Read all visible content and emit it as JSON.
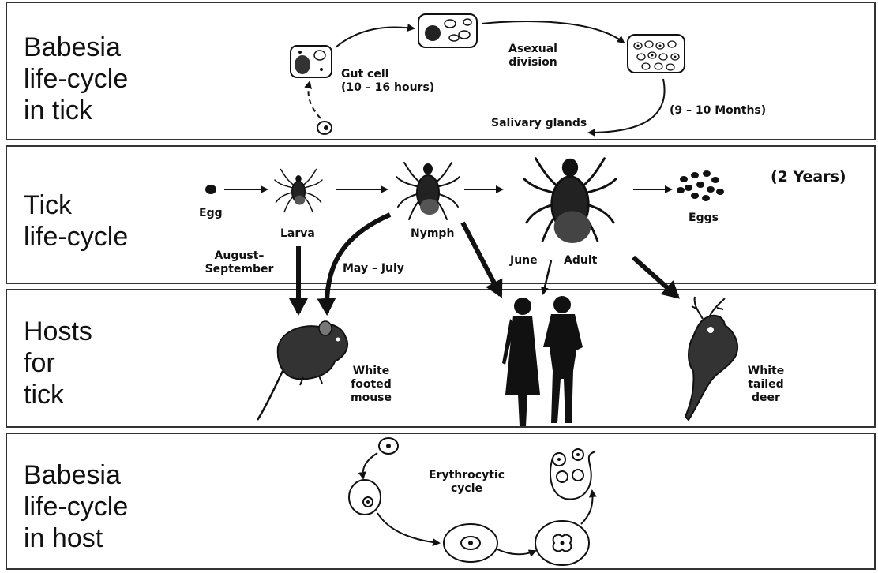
{
  "panels": {
    "babesia_tick": {
      "title": "Babesia\nlife-cycle\nin tick"
    },
    "tick_cycle": {
      "title": "Tick\nlife-cycle"
    },
    "hosts": {
      "title": "Hosts\nfor\ntick"
    },
    "babesia_host": {
      "title": "Babesia\nlife-cycle\nin host"
    }
  },
  "labels": {
    "gut_cell": "Gut cell\n(10 – 16 hours)",
    "asexual_division": "Asexual\ndivision",
    "salivary_glands": "Salivary glands",
    "nine_ten_months": "(9 – 10 Months)",
    "egg": "Egg",
    "larva": "Larva",
    "nymph": "Nymph",
    "adult": "Adult",
    "eggs": "Eggs",
    "two_years": "(2 Years)",
    "august_september": "August–\nSeptember",
    "may_july": "May – July",
    "june": "June",
    "white_footed_mouse": "White\nfooted\nmouse",
    "white_tailed_deer": "White\ntailed\ndeer",
    "erythrocytic_cycle": "Erythrocytic\ncycle"
  },
  "icons": [
    "gut-cell-icon",
    "dividing-cell-icon",
    "salivary-cell-icon",
    "sporozoite-icon",
    "egg-icon",
    "larva-tick-icon",
    "nymph-tick-icon",
    "adult-tick-icon",
    "eggs-cluster-icon",
    "mouse-icon",
    "humans-icon",
    "deer-icon",
    "erythrocyte-icon"
  ]
}
